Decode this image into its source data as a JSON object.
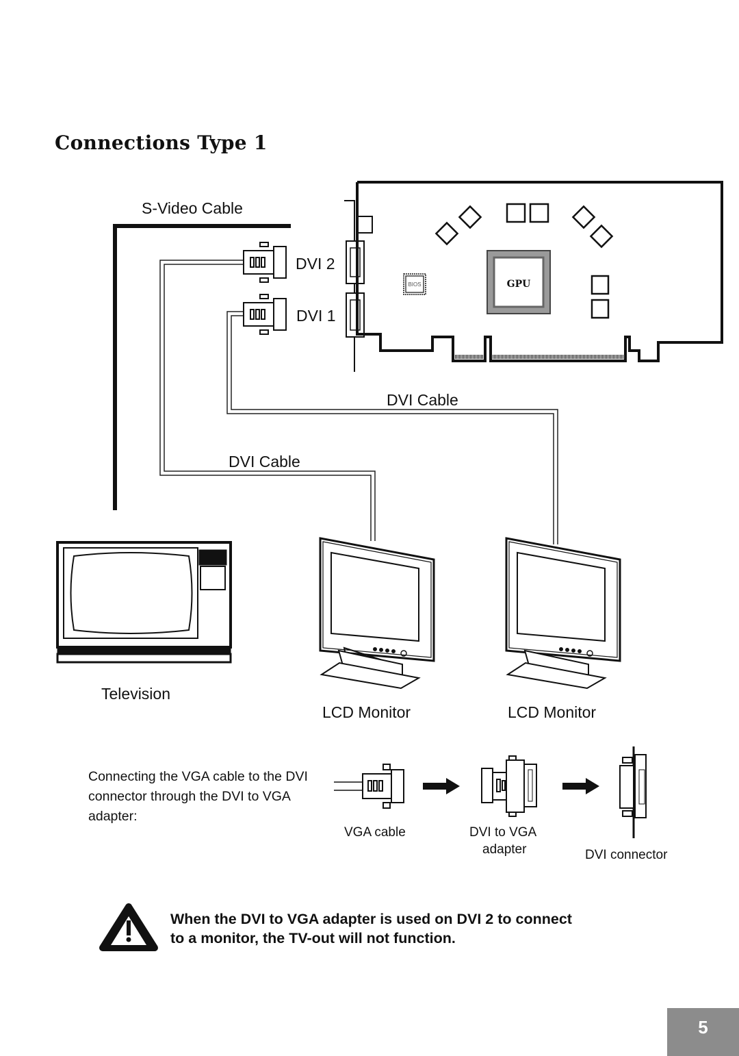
{
  "heading": "Connections Type 1",
  "labels": {
    "svideo_cable": "S-Video Cable",
    "dvi2": "DVI 2",
    "dvi1": "DVI 1",
    "dvi_cable_a": "DVI Cable",
    "dvi_cable_b": "DVI Cable",
    "television": "Television",
    "lcd_monitor_1": "LCD Monitor",
    "lcd_monitor_2": "LCD Monitor",
    "bios": "BIOS",
    "gpu": "GPU"
  },
  "adapter_section": {
    "intro": "Connecting the VGA cable to the DVI connector through the DVI to VGA adapter:",
    "vga_cable": "VGA cable",
    "dvi_to_vga_line1": "DVI to VGA",
    "dvi_to_vga_line2": "adapter",
    "dvi_connector": "DVI connector"
  },
  "warning": {
    "line1": "When the DVI to VGA adapter is used on DVI 2 to connect",
    "line2": "to a monitor, the TV-out will not function."
  },
  "page_number": "5"
}
